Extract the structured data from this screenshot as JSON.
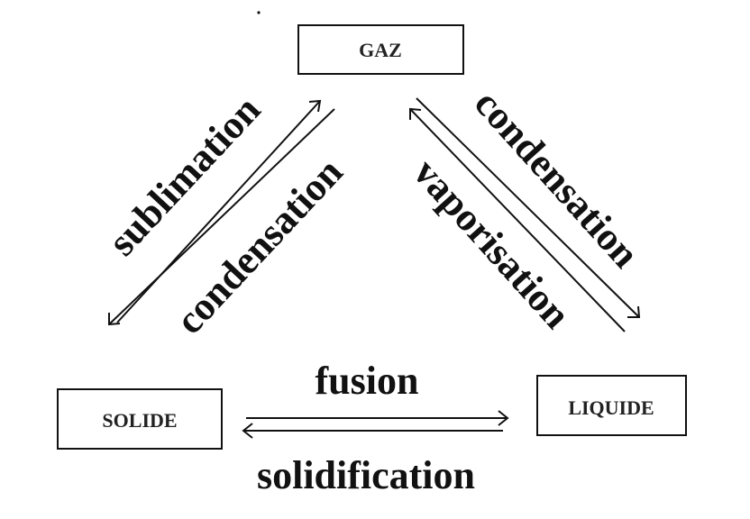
{
  "states": {
    "gas": "GAZ",
    "solid": "SOLIDE",
    "liquid": "LIQUIDE"
  },
  "transitions": {
    "sublimation": "sublimation",
    "deposition": "condensation",
    "vaporization": "vaporisation",
    "liquefaction": "condensation",
    "melting": "fusion",
    "solidification": "solidification"
  }
}
